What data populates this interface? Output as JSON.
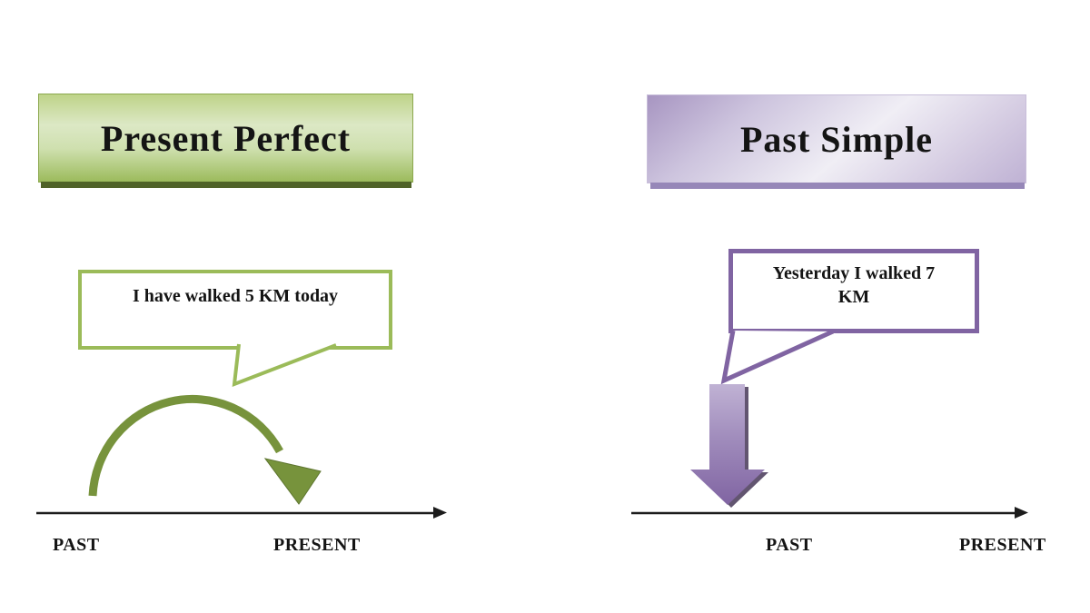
{
  "left_panel": {
    "title": "Present Perfect",
    "bubble_text": "I have walked 5 KM today",
    "timeline": {
      "past": "PAST",
      "present": "PRESENT"
    }
  },
  "right_panel": {
    "title": "Past Simple",
    "bubble_text": "Yesterday I walked 7 KM",
    "timeline": {
      "past": "PAST",
      "present": "PRESENT"
    }
  },
  "theme_colors": {
    "green-box-top": "#BED388",
    "green-box-mid": "#DCE8C5",
    "green-box-low": "#CFE0AF",
    "green-box-bottom": "#9CBB5C",
    "green-strip": "#4F6228",
    "green-border": "#8CA84E",
    "green-bubble-border": "#9BBB59",
    "green-arrow": "#77933C",
    "purple-box-dark": "#A795C1",
    "purple-box-light": "#F0EEF5",
    "purple-box-edge": "#BFB2D4",
    "purple-strip": "#9687B8",
    "purple-border-light": "#C8BEDA",
    "purple-bubble-border": "#8064A2",
    "purple-arrow-shadow": "#463757",
    "timeline-color": "#1c1c1c",
    "text-color": "#141414"
  }
}
